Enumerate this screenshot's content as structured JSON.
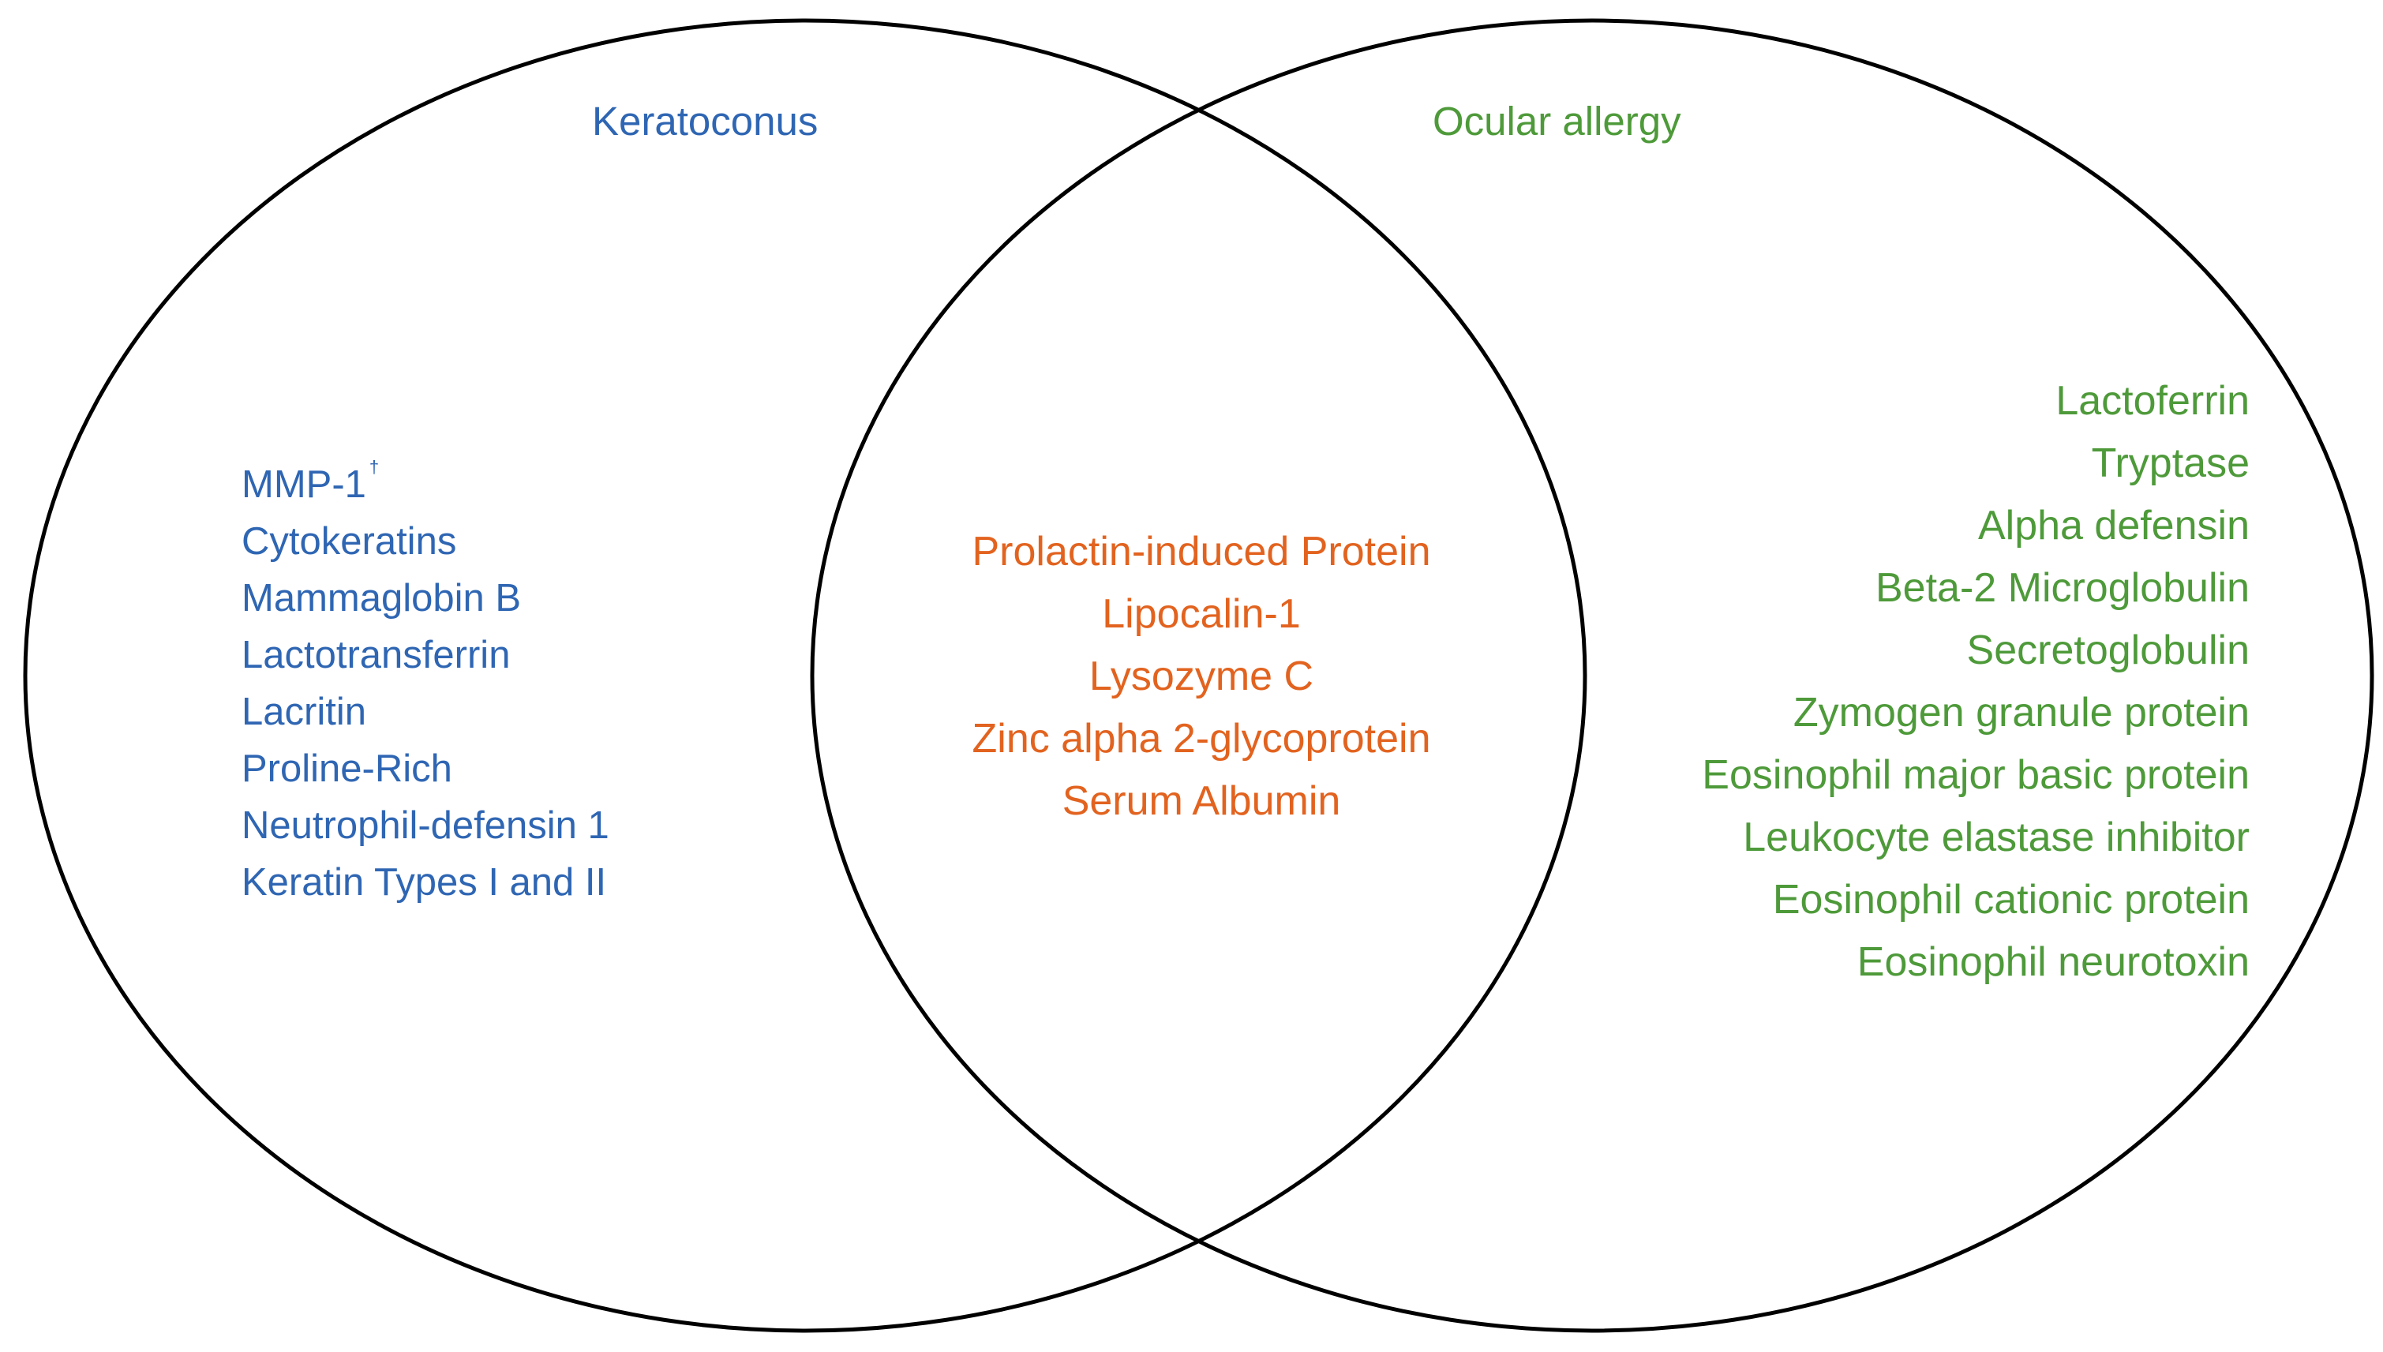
{
  "colors": {
    "left": "#2f66b3",
    "center": "#e2631f",
    "right": "#4e9a3a",
    "outline": "#000000"
  },
  "left_set": {
    "title": "Keratoconus",
    "items": [
      "MMP-1",
      "Cytokeratins",
      "Mammaglobin B",
      "Lactotransferrin",
      "Lacritin",
      "Proline-Rich",
      "Neutrophil-defensin 1",
      "Keratin Types I and II"
    ],
    "footnote_mark": "†"
  },
  "intersection": {
    "items": [
      "Prolactin-induced Protein",
      "Lipocalin-1",
      "Lysozyme C",
      "Zinc alpha 2-glycoprotein",
      "Serum Albumin"
    ]
  },
  "right_set": {
    "title": "Ocular allergy",
    "items": [
      "Lactoferrin",
      "Tryptase",
      "Alpha defensin",
      "Beta-2 Microglobulin",
      "Secretoglobulin",
      "Zymogen granule protein",
      "Eosinophil major basic protein",
      "Leukocyte elastase inhibitor",
      "Eosinophil cationic protein",
      "Eosinophil neurotoxin"
    ]
  }
}
